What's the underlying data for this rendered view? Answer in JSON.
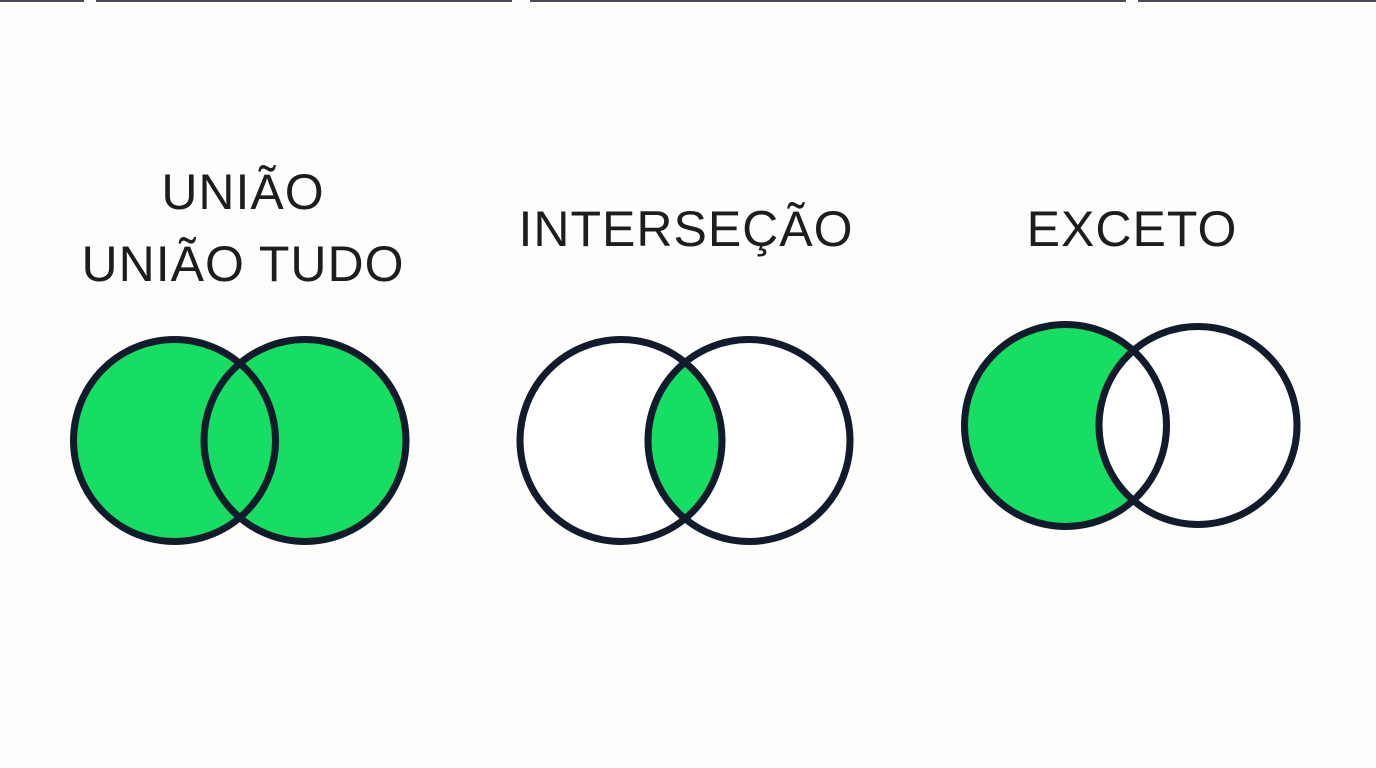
{
  "colors": {
    "bg": "#fdfdfc",
    "green": "#16de63",
    "outline": "#121b2b",
    "text": "#1d1d1d",
    "edge": "#262c38"
  },
  "diagrams": [
    {
      "title_lines": [
        "UNIÃO",
        "UNIÃO TUDO"
      ],
      "type": "venn",
      "filled_regions": [
        "left",
        "overlap",
        "right"
      ]
    },
    {
      "title_lines": [
        "INTERSEÇÃO"
      ],
      "type": "venn",
      "filled_regions": [
        "overlap"
      ]
    },
    {
      "title_lines": [
        "EXCETO"
      ],
      "type": "venn",
      "filled_regions": [
        "left-minus-overlap"
      ]
    }
  ]
}
